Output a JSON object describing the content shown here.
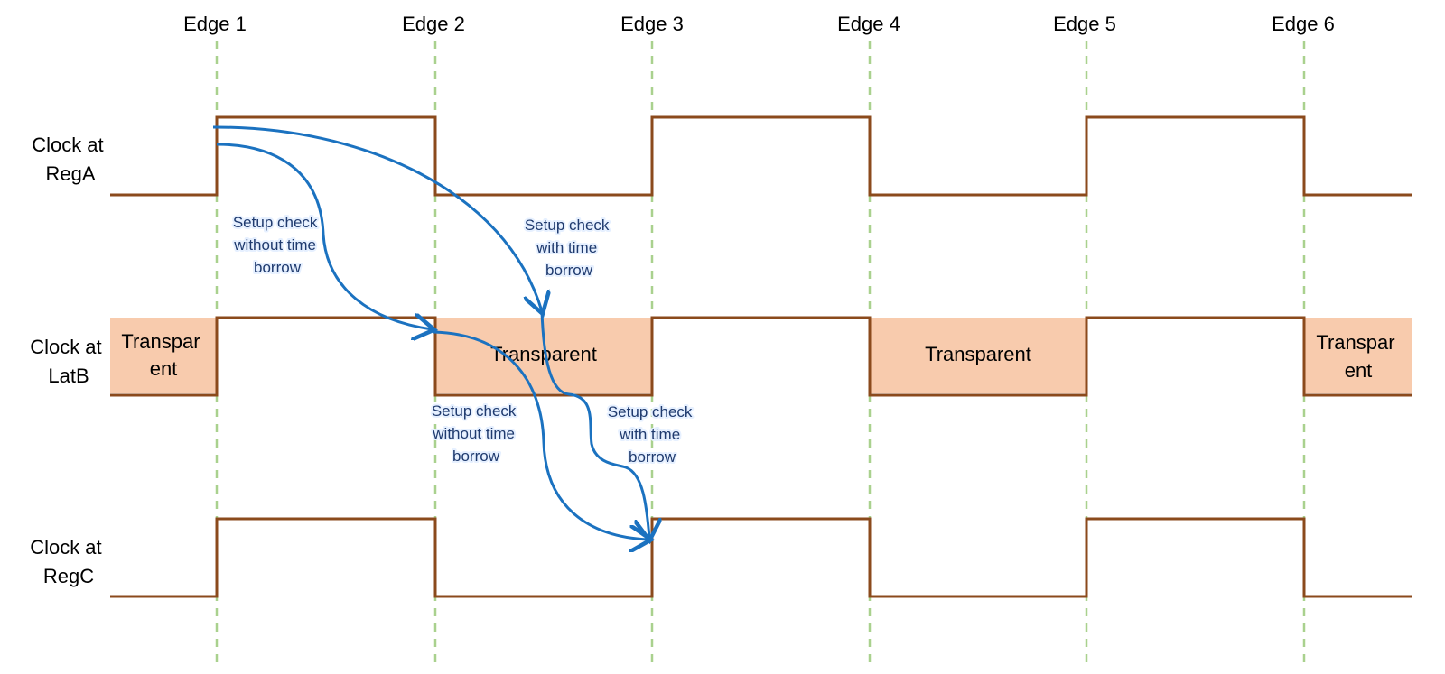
{
  "edges": [
    "Edge 1",
    "Edge 2",
    "Edge 3",
    "Edge 4",
    "Edge 5",
    "Edge 6"
  ],
  "signals": [
    {
      "lines": [
        "Clock at",
        "RegA"
      ]
    },
    {
      "lines": [
        "Clock at",
        "LatB"
      ]
    },
    {
      "lines": [
        "Clock at",
        "RegC"
      ]
    }
  ],
  "transparent_labels": {
    "box1": [
      "Transpar",
      "ent"
    ],
    "box2": [
      "Transparent"
    ],
    "box3": [
      "Transparent"
    ],
    "box4": [
      "Transpar",
      "ent"
    ]
  },
  "annotations": {
    "rega_to_latb_no_borrow": [
      "Setup check",
      "without time",
      "borrow"
    ],
    "rega_to_latb_borrow": [
      "Setup check",
      "with time",
      "borrow"
    ],
    "latb_to_regc_no_borrow": [
      "Setup check",
      "without time",
      "borrow"
    ],
    "latb_to_regc_borrow": [
      "Setup check",
      "with time",
      "borrow"
    ]
  },
  "colors": {
    "waveform": "#8b4a1c",
    "edge_guides": "#a9d18e",
    "transparent_fill": "#f8cbad",
    "arrows": "#1b72c0"
  }
}
